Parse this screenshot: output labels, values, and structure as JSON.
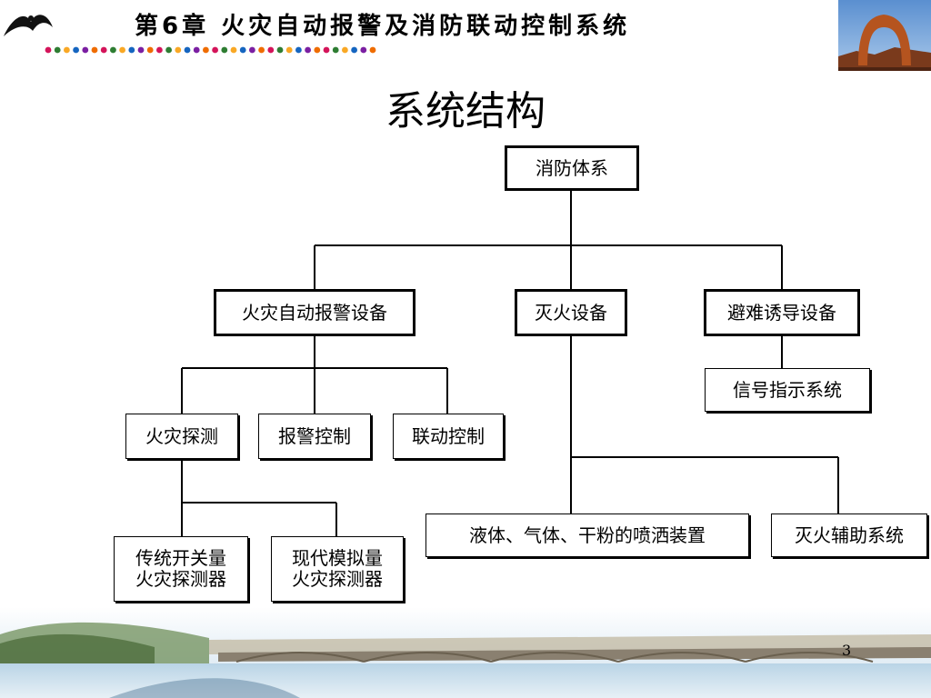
{
  "header": {
    "chapter_title": "第6章 火灾自动报警及消防联动控制系统",
    "dot_colors": [
      "#d4145a",
      "#2e7d32",
      "#f9a825",
      "#1565c0",
      "#7b1fa2",
      "#ef6c00"
    ]
  },
  "slide": {
    "title": "系统结构",
    "page_number": "3"
  },
  "diagram": {
    "root": "消防体系",
    "level1": {
      "auto_alarm": "火灾自动报警设备",
      "extinguish": "灭火设备",
      "evacuation": "避难诱导设备"
    },
    "signal": "信号指示系统",
    "auto_alarm_children": {
      "detection": "火灾探测",
      "alarm_control": "报警控制",
      "linkage_control": "联动控制"
    },
    "detectors": {
      "traditional": [
        "传统开关量",
        "火灾探测器"
      ],
      "modern": [
        "现代模拟量",
        "火灾探测器"
      ]
    },
    "extinguish_children": {
      "spray": "液体、气体、干粉的喷洒装置",
      "auxiliary": "灭火辅助系统"
    }
  }
}
